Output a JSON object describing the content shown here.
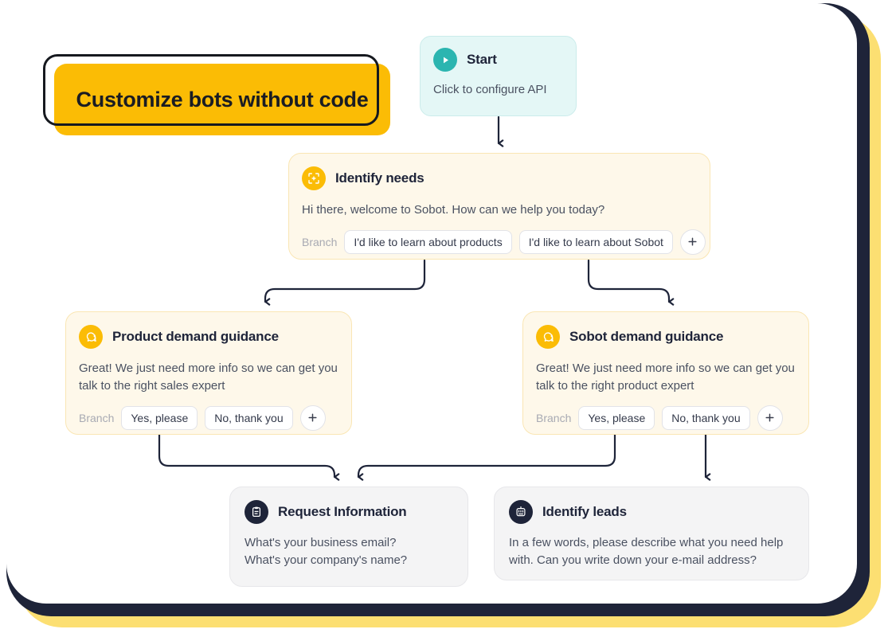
{
  "banner": {
    "text": "Customize bots without code",
    "fill_color": "#FBBC05",
    "outline_color": "#16191F"
  },
  "frame": {
    "border_color": "#1E2439",
    "offset_shadow_color": "#FCDF72",
    "surface_color": "#FFFFFF"
  },
  "common": {
    "branch_label": "Branch",
    "add_branch_label": "+"
  },
  "nodes": [
    {
      "id": "start",
      "icon": "play-icon",
      "icon_color": "#2BB5B0",
      "title": "Start",
      "body": "Click to configure API",
      "bg_color": "#E4F7F6"
    },
    {
      "id": "identify-needs",
      "icon": "scan-target-icon",
      "icon_color": "#FBBC05",
      "title": "Identify needs",
      "body": "Hi there, welcome to Sobot. How can we help you today?",
      "bg_color": "#FEF8EA",
      "branches": [
        "I'd like to learn about products",
        "I'd like to learn about Sobot"
      ]
    },
    {
      "id": "product-demand-guidance",
      "icon": "chat-bubbles-icon",
      "icon_color": "#FBBC05",
      "title": "Product demand guidance",
      "body": "Great! We just need more info so we can get you talk to the right sales expert",
      "bg_color": "#FEF8EA",
      "branches": [
        "Yes, please",
        "No, thank you"
      ]
    },
    {
      "id": "sobot-demand-guidance",
      "icon": "chat-bubbles-icon",
      "icon_color": "#FBBC05",
      "title": "Sobot demand guidance",
      "body": "Great! We just need more info so we can get you talk to the right product expert",
      "bg_color": "#FEF8EA",
      "branches": [
        "Yes, please",
        "No, thank you"
      ]
    },
    {
      "id": "request-information",
      "icon": "clipboard-icon",
      "icon_color": "#1E2439",
      "title": "Request Information",
      "body": "What's your business email? What's your company's name?",
      "body_line1": "What's your business email?",
      "body_line2": "What's your company's name?",
      "bg_color": "#F4F4F5"
    },
    {
      "id": "identify-leads",
      "icon": "robot-icon",
      "icon_color": "#1E2439",
      "title": "Identify leads",
      "body": "In a few words, please describe what you need help with. Can you write down your e-mail address?",
      "bg_color": "#F4F4F5"
    }
  ],
  "connectors": {
    "line_color": "#1E2439",
    "edges": [
      {
        "from": "start",
        "to": "identify-needs"
      },
      {
        "from": "identify-needs.branch.0",
        "to": "product-demand-guidance"
      },
      {
        "from": "identify-needs.branch.1",
        "to": "sobot-demand-guidance"
      },
      {
        "from": "product-demand-guidance.branch.0",
        "to": "request-information"
      },
      {
        "from": "sobot-demand-guidance.branch.0",
        "to": "request-information"
      },
      {
        "from": "sobot-demand-guidance.branch.1",
        "to": "identify-leads"
      }
    ]
  }
}
